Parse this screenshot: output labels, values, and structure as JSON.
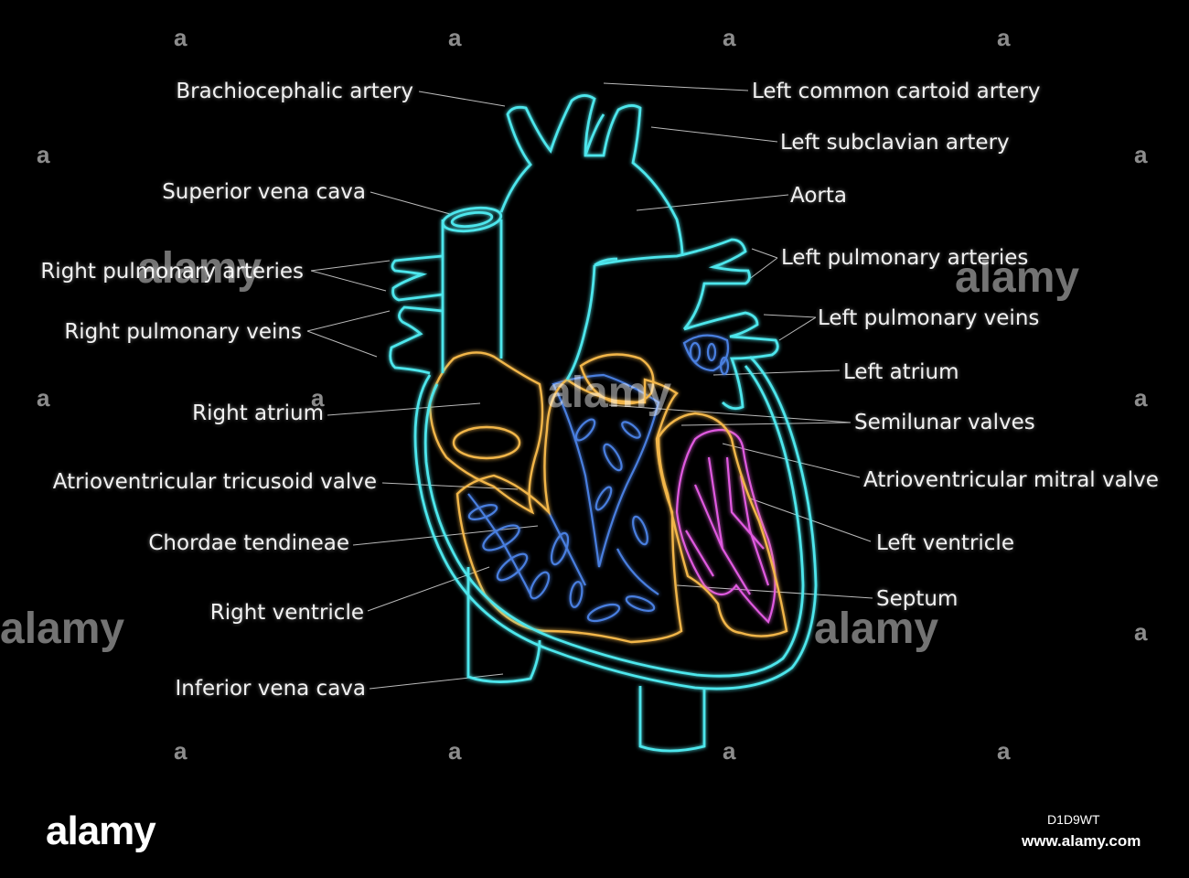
{
  "labels": {
    "brachiocephalic": "Brachiocephalic artery",
    "left_common_carotid": "Left common cartoid artery",
    "left_subclavian": "Left subclavian artery",
    "superior_vena_cava": "Superior vena cava",
    "aorta": "Aorta",
    "right_pulmonary_arteries": "Right pulmonary arteries",
    "left_pulmonary_arteries": "Left pulmonary arteries",
    "right_pulmonary_veins": "Right pulmonary veins",
    "left_pulmonary_veins": "Left pulmonary veins",
    "left_atrium": "Left atrium",
    "right_atrium": "Right atrium",
    "semilunar_valves": "Semilunar valves",
    "tricuspid_valve": "Atrioventricular tricusoid valve",
    "mitral_valve": "Atrioventricular mitral valve",
    "chordae_tendineae": "Chordae tendineae",
    "left_ventricle": "Left ventricle",
    "septum": "Septum",
    "right_ventricle": "Right ventricle",
    "inferior_vena_cava": "Inferior vena cava"
  },
  "watermark": {
    "logo": "alamy",
    "image_id": "D1D9WT",
    "url": "www.alamy.com",
    "tile_mark": "a"
  },
  "colors": {
    "outline": "#4ee6ec",
    "valves": "#f2b64a",
    "right_side": "#4a7fe0",
    "left_side": "#e05ae0",
    "leader": "#cfcfcf"
  }
}
